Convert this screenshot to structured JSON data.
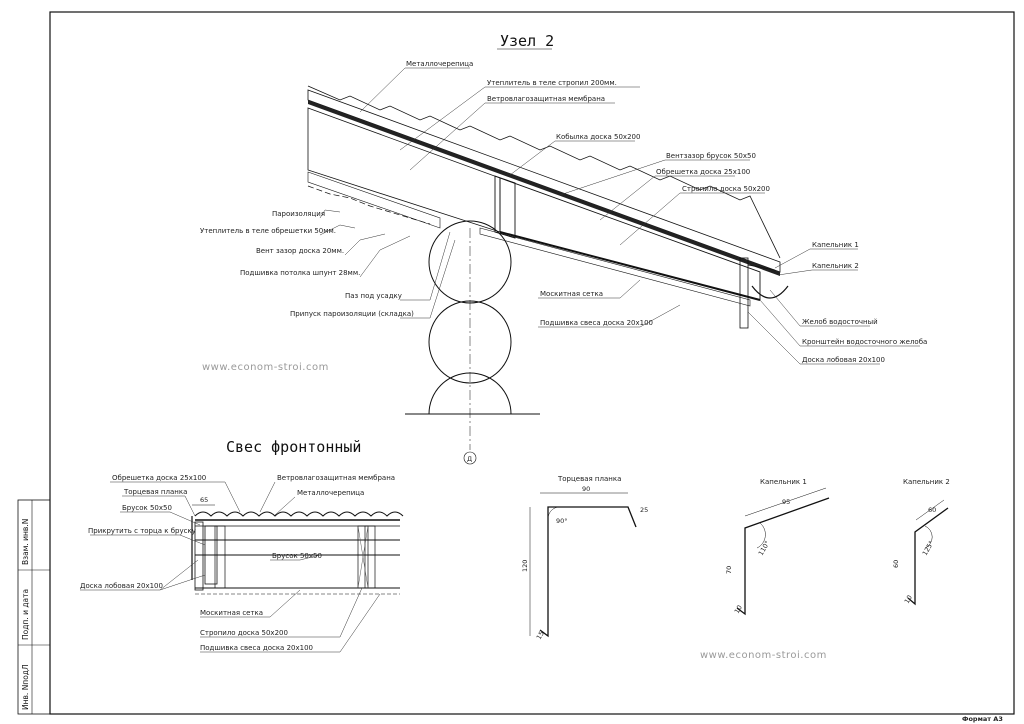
{
  "titles": {
    "node2": "Узел 2",
    "gable": "Свес фронтонный"
  },
  "watermarks": [
    "www.econom-stroi.com",
    "www.econom-stroi.com"
  ],
  "format": "Формат А3",
  "side_stamp": [
    "Взам. инв.N",
    "Подп. и дата",
    "Инв. NподЛ"
  ],
  "axis_marker": "Д",
  "node2_labels": {
    "metal_tile": "Металлочерепица",
    "insul_200": "Утеплитель в теле стропил 200мм.",
    "membrane": "Ветровлагозащитная мембрана",
    "ridge_board": "Кобылка доска 50x200",
    "vent_bar": "Вентзазор брусок 50x50",
    "lathing": "Обрешетка доска 25x100",
    "rafter": "Стропило доска 50x200",
    "drip1": "Капельник 1",
    "drip2": "Капельник 2",
    "vapor": "Пароизоляция",
    "insul_50": "Утеплитель в теле обрешетки 50мм.",
    "vent_gap": "Вент зазор доска 20мм.",
    "ceiling": "Подшивка потолка шпунт 28мм.",
    "settle_gap": "Паз под усадку",
    "vapor_allow": "Припуск пароизоляции (складка)",
    "mosquito": "Москитная сетка",
    "soffit": "Подшивка свеса доска 20x100",
    "gutter": "Желоб водосточный",
    "bracket": "Кронштейн водосточного желоба",
    "fascia": "Доска лобовая 20x100"
  },
  "gable_labels": {
    "lathing": "Обрешетка доска 25x100",
    "end_strip": "Торцевая планка",
    "bar": "Брусок 50x50",
    "screw": "Прикрутить с торца к бруску",
    "fascia": "Доска лобовая 20x100",
    "membrane": "Ветровлагозащитная мембрана",
    "metal_tile": "Металлочерепица",
    "bar_inner": "Брусок 50x50",
    "mosquito": "Москитная сетка",
    "rafter": "Стропило доска 50x200",
    "soffit": "Подшивка свеса доска 20x100",
    "dim65": "65"
  },
  "profiles": {
    "end_strip": {
      "title": "Торцевая планка",
      "d_top": "90",
      "d_lip": "25",
      "d_height": "120",
      "d_bottom": "15",
      "angle": "90°"
    },
    "drip1": {
      "title": "Капельник 1",
      "d_top": "95",
      "d_height": "70",
      "d_bottom": "10",
      "angle": "110°"
    },
    "drip2": {
      "title": "Капельник 2",
      "d_top": "60",
      "d_height": "60",
      "d_bottom": "10",
      "angle": "125°"
    }
  }
}
